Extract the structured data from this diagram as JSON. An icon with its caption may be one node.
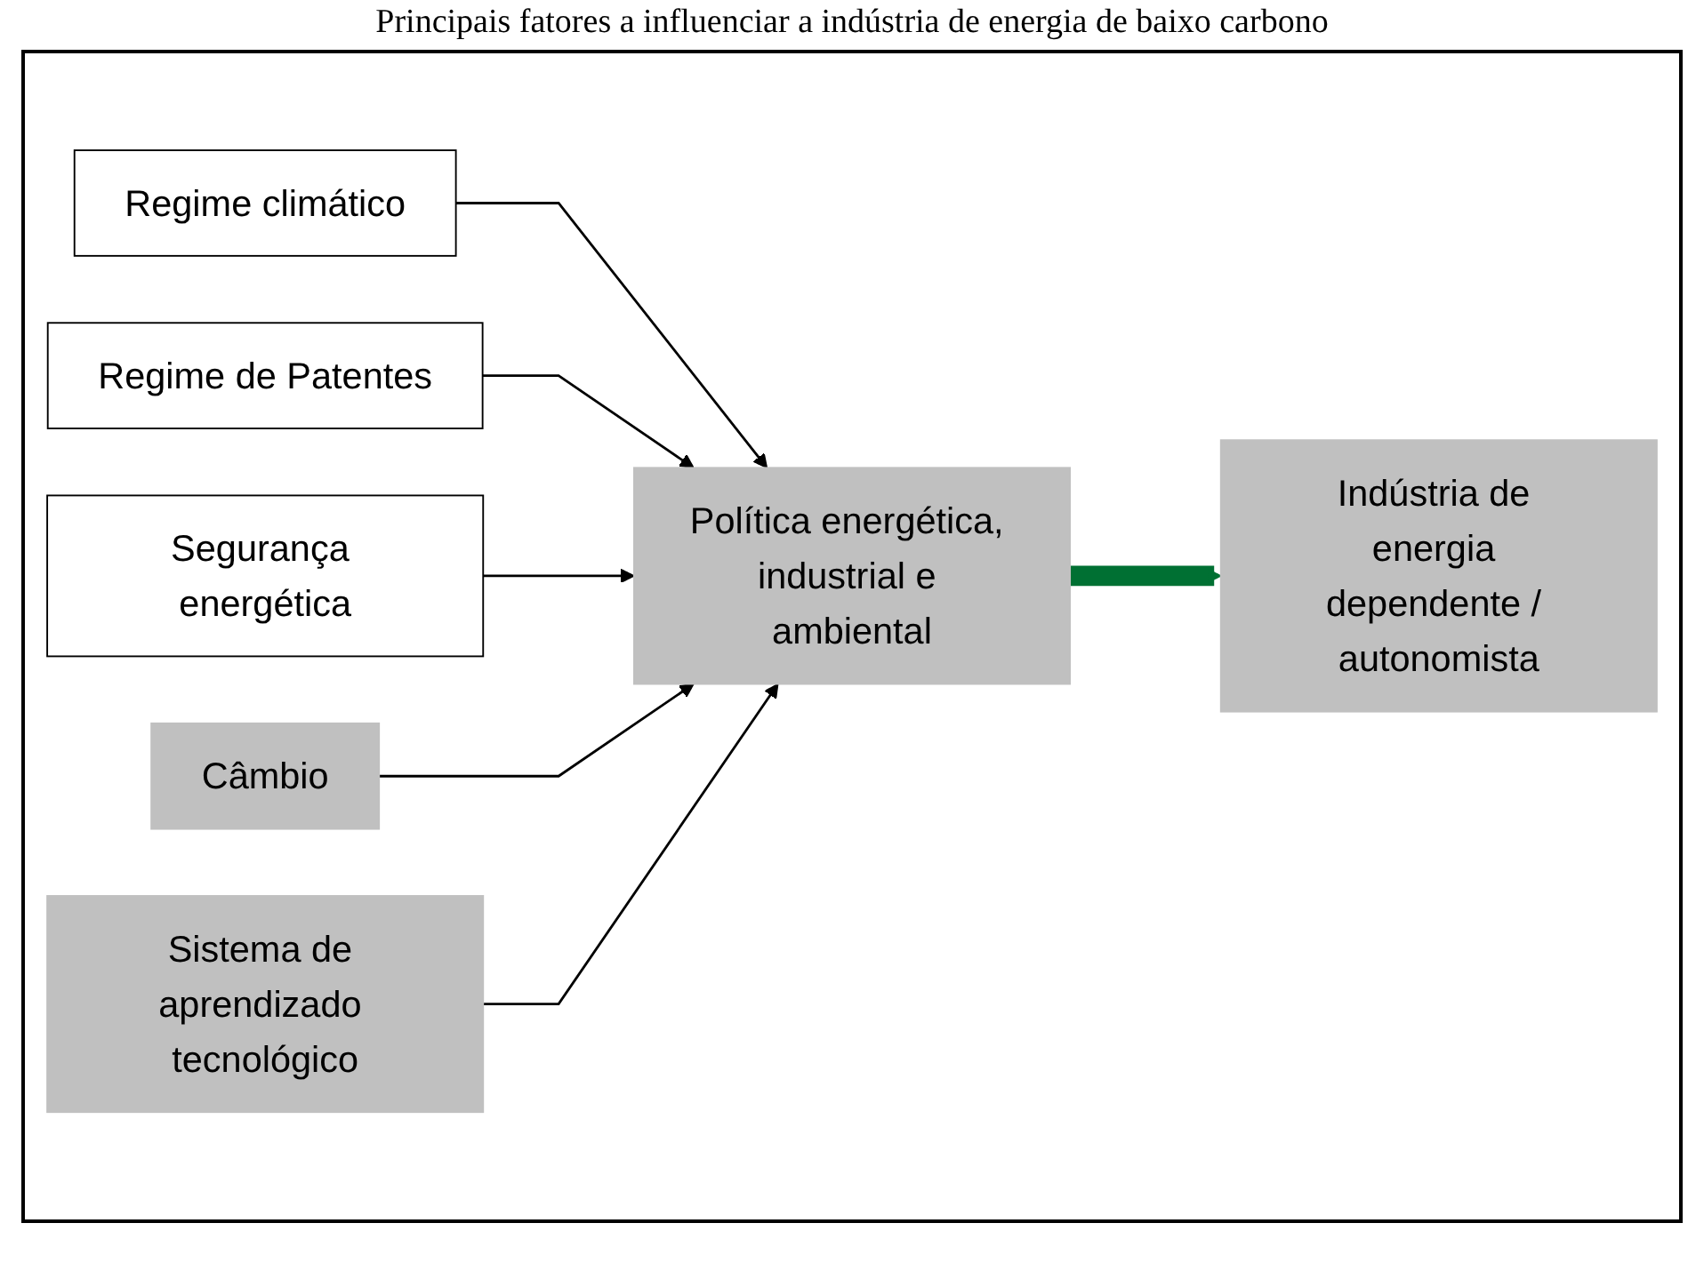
{
  "diagram": {
    "title": "Principais fatores a influenciar a indústria de energia de baixo carbono",
    "nodes": [
      {
        "text": [
          "Regime climático"
        ]
      },
      {
        "text": [
          "Regime de Patentes"
        ]
      },
      {
        "text": [
          "Segurança energética"
        ]
      },
      {
        "text": [
          "Câmbio"
        ]
      },
      {
        "text": [
          "Sistema de aprendizado tecnológico"
        ]
      },
      {
        "text": [
          "Política energética, industrial e ambiental"
        ]
      },
      {
        "text": [
          "Indústria de energia dependente / autonomista"
        ]
      }
    ],
    "edges": [
      {
        "from": 0,
        "to": 5,
        "arrow": "to"
      },
      {
        "from": 1,
        "to": 5,
        "arrow": "to"
      },
      {
        "from": 2,
        "to": 5,
        "arrow": "to"
      },
      {
        "from": 3,
        "to": 5,
        "arrow": "to"
      },
      {
        "from": 4,
        "to": 5,
        "arrow": "to"
      },
      {
        "from": 5,
        "to": 6,
        "arrow": "to",
        "style": "thick",
        "color": "#007033"
      }
    ]
  }
}
